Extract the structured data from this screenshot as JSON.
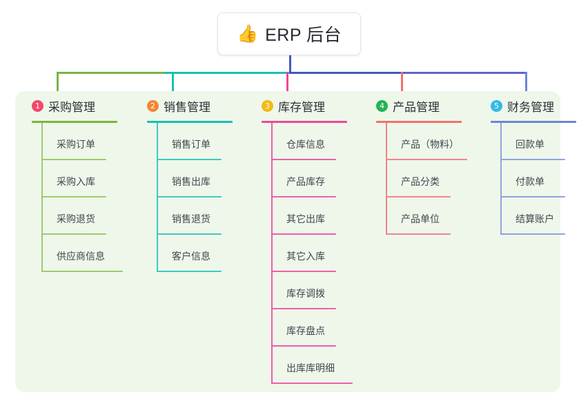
{
  "root": {
    "icon": "thumbs-up-icon",
    "icon_glyph": "👍",
    "title": "ERP 后台"
  },
  "diagram": {
    "type": "org-chart",
    "background": "#eef7ea",
    "columns": [
      {
        "number": "1",
        "title": "采购管理",
        "badge_color": "#f2496b",
        "line_color": "#7cb342",
        "connector_color": "#7cb342",
        "items": [
          "采购订单",
          "采购入库",
          "采购退货",
          "供应商信息"
        ]
      },
      {
        "number": "2",
        "title": "销售管理",
        "badge_color": "#f58634",
        "line_color": "#18bfb4",
        "connector_color": "#18bfb4",
        "items": [
          "销售订单",
          "销售出库",
          "销售退货",
          "客户信息"
        ]
      },
      {
        "number": "3",
        "title": "库存管理",
        "badge_color": "#f5b915",
        "line_color": "#ec4899",
        "connector_color": "#4656c0",
        "items": [
          "仓库信息",
          "产品库存",
          "其它出库",
          "其它入库",
          "库存调拨",
          "库存盘点",
          "出库库明细"
        ]
      },
      {
        "number": "4",
        "title": "产品管理",
        "badge_color": "#22b455",
        "line_color": "#f4706b",
        "connector_color": "#5b67cf",
        "items": [
          "产品（物料）",
          "产品分类",
          "产品单位"
        ]
      },
      {
        "number": "5",
        "title": "财务管理",
        "badge_color": "#35b9e8",
        "line_color": "#6b86d6",
        "connector_color": "#4656c0",
        "items": [
          "回款单",
          "付款单",
          "结算账户"
        ]
      }
    ]
  }
}
